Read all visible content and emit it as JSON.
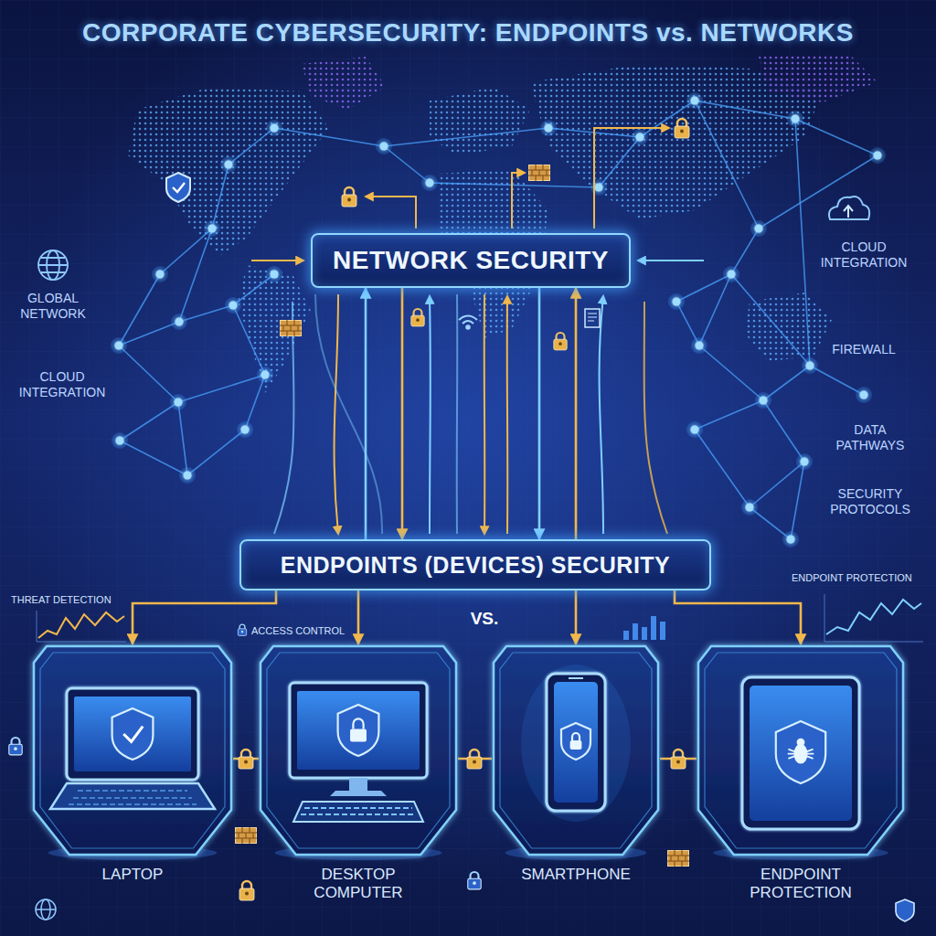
{
  "diagram": {
    "title": "CORPORATE CYBERSECURITY: ENDPOINTS vs. NETWORKS",
    "nodes": [
      {
        "text": [
          "NETWORK SECURITY"
        ]
      },
      {
        "text": [
          "ENDPOINTS (DEVICES) SECURITY"
        ]
      },
      {
        "text": [
          "LAPTOP"
        ]
      },
      {
        "text": [
          "DESKTOP COMPUTER"
        ]
      },
      {
        "text": [
          "SMARTPHONE"
        ]
      },
      {
        "text": [
          "ENDPOINT PROTECTION"
        ]
      }
    ],
    "edges": [
      {
        "from": 0,
        "to": 1,
        "arrow": "to"
      },
      {
        "from": 1,
        "to": 0,
        "arrow": "to"
      },
      {
        "from": 0,
        "to": 1,
        "arrow": "to"
      },
      {
        "from": 1,
        "to": 0,
        "arrow": "to"
      },
      {
        "from": 1,
        "to": 2,
        "arrow": "to"
      },
      {
        "from": 1,
        "to": 3,
        "arrow": "to"
      },
      {
        "from": 1,
        "to": 4,
        "arrow": "to"
      },
      {
        "from": 1,
        "to": 5,
        "arrow": "to"
      },
      {
        "from": 2,
        "to": 3,
        "arrow": "none"
      },
      {
        "from": 3,
        "to": 4,
        "arrow": "none"
      },
      {
        "from": 4,
        "to": 5,
        "arrow": "none"
      }
    ],
    "labels": [
      "GLOBAL NETWORK",
      "CLOUD INTEGRATION",
      "CLOUD INTEGRATION",
      "FIREWALL",
      "DATA PATHWAYS",
      "SECURITY PROTOCOLS",
      "THREAT DETECTION",
      "ACCESS CONTROL",
      "VS.",
      "ENDPOINT PROTECTION"
    ]
  }
}
